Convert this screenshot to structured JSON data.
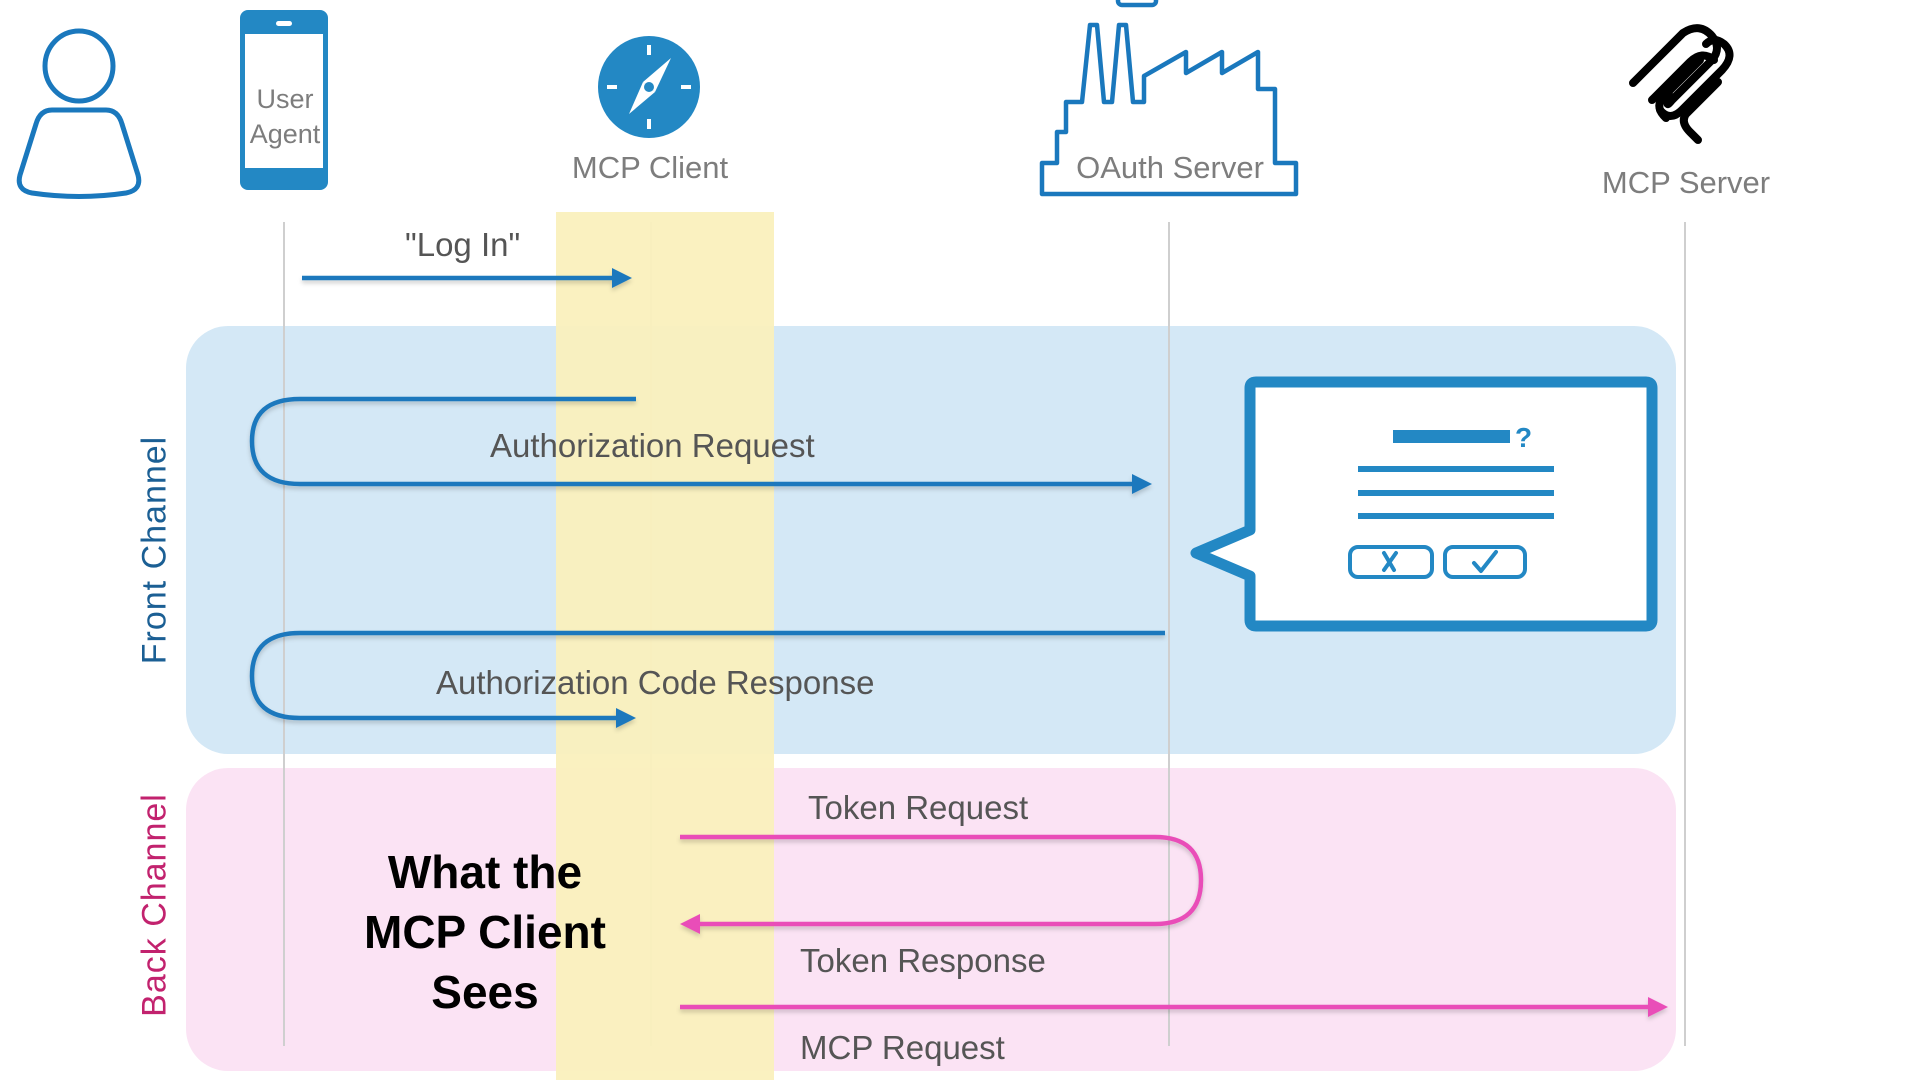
{
  "actors": [
    {
      "id": "user",
      "icon": "user-icon",
      "label": ""
    },
    {
      "id": "user-agent",
      "icon": "phone-icon",
      "label_lines": [
        "User",
        "Agent"
      ]
    },
    {
      "id": "mcp-client",
      "icon": "compass-icon",
      "label": "MCP Client"
    },
    {
      "id": "oauth-server",
      "icon": "factory-icon",
      "label": "OAuth Server"
    },
    {
      "id": "mcp-server",
      "icon": "mcp-logo-icon",
      "label": "MCP Server"
    }
  ],
  "channels": {
    "front": {
      "label": "Front Channel",
      "color": "#1b5f94",
      "panel_color": "#d4e8f6"
    },
    "back": {
      "label": "Back Channel",
      "color": "#c2226e",
      "panel_color": "#fbe3f4"
    }
  },
  "messages": {
    "login": {
      "label": "\"Log In\"",
      "from": "user-agent",
      "to": "mcp-client",
      "color": "#1a78bd"
    },
    "auth_request": {
      "label": "Authorization Request",
      "from": "mcp-client",
      "to": "oauth-server",
      "via": "user-agent",
      "color": "#1a78bd"
    },
    "auth_code_response": {
      "label": "Authorization Code Response",
      "from": "oauth-server",
      "to": "mcp-client",
      "via": "user-agent",
      "color": "#1a78bd"
    },
    "token_request": {
      "label": "Token Request",
      "from": "mcp-client",
      "to": "oauth-server",
      "color": "#e94db8"
    },
    "token_response": {
      "label": "Token Response",
      "from": "oauth-server",
      "to": "mcp-client",
      "color": "#e94db8"
    },
    "mcp_request": {
      "label": "MCP Request",
      "from": "mcp-client",
      "to": "mcp-server",
      "color": "#e94db8"
    }
  },
  "consent_dialog": {
    "icon": "consent-dialog-icon",
    "deny_icon": "x-icon",
    "approve_icon": "check-icon",
    "question_mark": "?"
  },
  "highlight": {
    "caption_lines": [
      "What the",
      "MCP Client",
      "Sees"
    ],
    "color": "#faf0bd"
  },
  "colors": {
    "accent_blue": "#2388c4",
    "pink": "#e94db8",
    "lifeline": "#cfcfcf"
  }
}
